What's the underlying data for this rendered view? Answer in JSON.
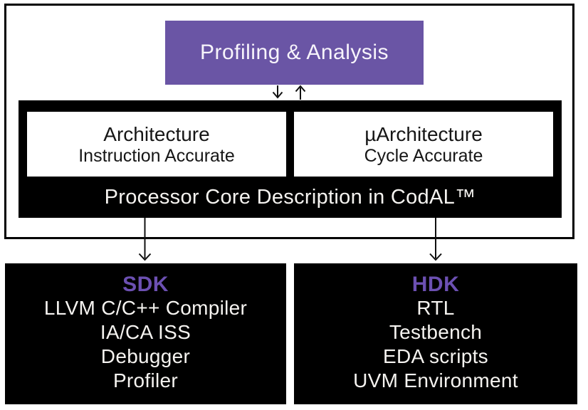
{
  "colors": {
    "accent_purple_box": "#6A55A5",
    "accent_purple_heading": "#6C50B2",
    "box_black": "#000000",
    "box_white": "#ffffff",
    "text_on_dark": "#F5F3F0",
    "text_on_light": "#161616"
  },
  "top_box": {
    "label": "Profiling & Analysis"
  },
  "core_box": {
    "left_inner": {
      "title": "Architecture",
      "subtitle": "Instruction Accurate"
    },
    "right_inner": {
      "title": "µArchitecture",
      "subtitle": "Cycle Accurate"
    },
    "caption": "Processor Core Description in CodAL™"
  },
  "sdk": {
    "title": "SDK",
    "items": [
      "LLVM C/C++ Compiler",
      "IA/CA ISS",
      "Debugger",
      "Profiler"
    ]
  },
  "hdk": {
    "title": "HDK",
    "items": [
      "RTL",
      "Testbench",
      "EDA scripts",
      "UVM Environment"
    ]
  }
}
